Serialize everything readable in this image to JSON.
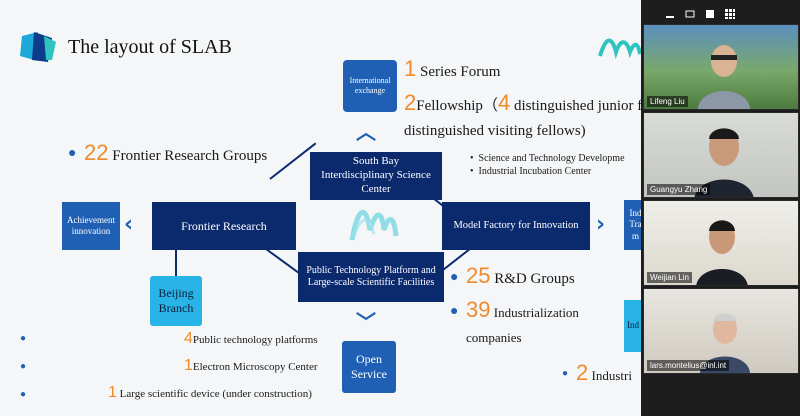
{
  "slide": {
    "title": "The layout of SLAB",
    "center": {
      "south_bay": "South Bay Interdisciplinary Science Center",
      "frontier": "Frontier Research",
      "model_factory": "Model Factory for Innovation",
      "public_tech": "Public Technology Platform and Large-scale Scientific Facilities",
      "international": "International exchange",
      "achievement": "Achievement innovation",
      "beijing": "Beijing Branch",
      "open_service": "Open Service",
      "right_cut_1": "Ind Tra m",
      "right_cut_2": "Ind"
    },
    "exchange_items": [
      {
        "num": "1",
        "text": " Series Forum"
      },
      {
        "num": "2",
        "text": "Fellowship（",
        "num2": "4",
        "text2": " distinguished junior f"
      },
      {
        "text": "distinguished visiting fellows)"
      }
    ],
    "frontier_groups": {
      "num": "22",
      "text": " Frontier Research Groups"
    },
    "model_list": [
      "Science and Technology Developme",
      "Industrial Incubation Center"
    ],
    "rd": {
      "num": "25",
      "text": " R&D Groups"
    },
    "industrialization": {
      "num": "39",
      "text": " Industrialization",
      "text2": "companies"
    },
    "industrial_parks": {
      "num": "2",
      "text": " Industri"
    },
    "platforms": [
      {
        "num": "4",
        "text": "Public technology platforms"
      },
      {
        "num": "1",
        "text": "Electron Microscopy Center"
      },
      {
        "num": "1",
        "text": " Large scientific device (under construction)"
      }
    ]
  },
  "participants": [
    {
      "name": "Lifeng Liu"
    },
    {
      "name": "Guangyu Zhang"
    },
    {
      "name": "Weijian Lin"
    },
    {
      "name": "lars.montelius@inl.int"
    }
  ],
  "colors": {
    "navy": "#0b2a6e",
    "blue": "#1f5fb4",
    "cyan": "#29b4e8",
    "orange": "#f08a2a"
  }
}
